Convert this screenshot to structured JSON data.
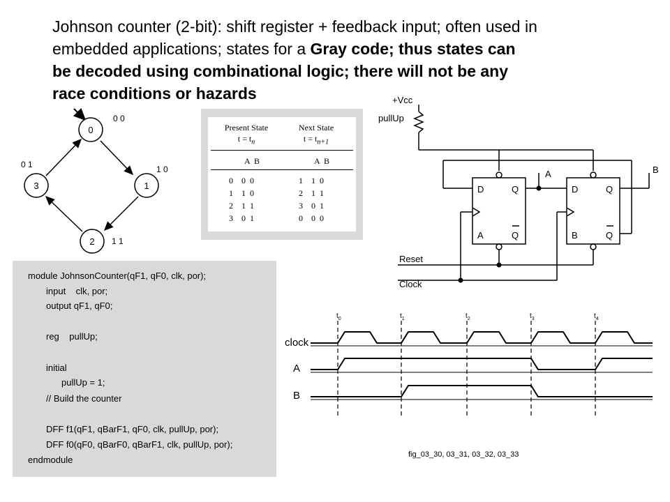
{
  "title": {
    "line1": "Johnson counter (2-bit): shift register + feedback input; often used in",
    "line2_normal": "embedded applications; states for a ",
    "line2_bold": "Gray code; thus states can",
    "line3_bold": "be decoded using combinational logic; there will not be any",
    "line4_bold": "race conditions or hazards"
  },
  "state_diagram": {
    "states": [
      {
        "id": "0",
        "code": "0 0"
      },
      {
        "id": "1",
        "code": "1 0"
      },
      {
        "id": "2",
        "code": "1 1"
      },
      {
        "id": "3",
        "code": "0 1"
      }
    ]
  },
  "state_table": {
    "present_header": "Present State",
    "present_time": "t = t",
    "present_sub": "n",
    "next_header": "Next State",
    "next_time": "t = t",
    "next_sub": "n+1",
    "col_label_present": "A  B",
    "col_label_next": "A  B",
    "rows": [
      {
        "present": "0    0  0",
        "next": "1    1  0"
      },
      {
        "present": "1    1  0",
        "next": "2    1  1"
      },
      {
        "present": "2    1  1",
        "next": "3    0  1"
      },
      {
        "present": "3    0  1",
        "next": "0    0  0"
      }
    ]
  },
  "schematic": {
    "vcc": "+Vcc",
    "pullup": "pullUp",
    "ff1_d": "D",
    "ff1_q": "Q",
    "ff1_a": "A",
    "ff1_qbar": "Q",
    "ff0_d": "D",
    "ff0_q": "Q",
    "ff0_b": "B",
    "ff0_qbar": "Q",
    "out_a": "A",
    "out_b": "B",
    "reset": "Reset",
    "clock": "Clock"
  },
  "code": {
    "lines": [
      "module JohnsonCounter(qF1, qF0, clk, por);",
      "input    clk, por;",
      "output qF1, qF0;",
      "reg    pullUp;",
      "initial",
      "pullUp = 1;",
      "// Build the counter",
      "DFF f1(qF1, qBarF1, qF0, clk, pullUp, por);",
      "DFF f0(qF0, qBarF0, qBarF1, clk, pullUp, por);",
      "endmodule"
    ]
  },
  "timing": {
    "signals": [
      "clock",
      "A",
      "B"
    ],
    "times": [
      {
        "t": "t",
        "sub": "0"
      },
      {
        "t": "t",
        "sub": "1"
      },
      {
        "t": "t",
        "sub": "2"
      },
      {
        "t": "t",
        "sub": "3"
      },
      {
        "t": "t",
        "sub": "4"
      }
    ],
    "caption": "fig_03_30, 03_31, 03_32, 03_33"
  }
}
